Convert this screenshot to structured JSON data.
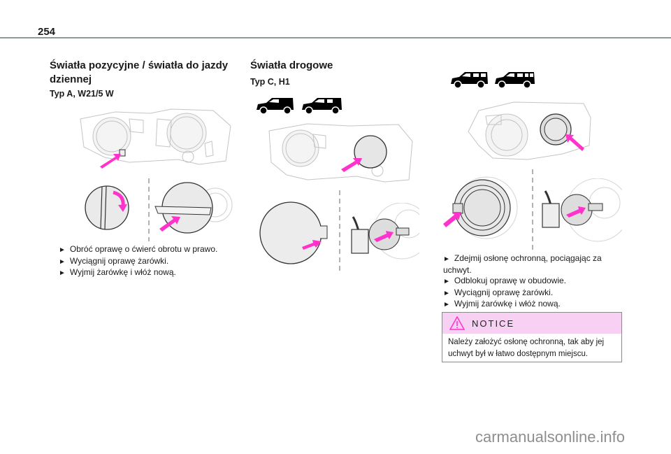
{
  "page": {
    "number": "254",
    "accent_color": "#ff33cc",
    "notice_bg": "#f8d0f4"
  },
  "left": {
    "title": "Światła pozycyjne / światła do jazdy dziennej",
    "title_line1": "Światła pozycyjne / światła do jazdy",
    "title_line2": "dziennej",
    "subtitle": "Typ A, W21/5 W",
    "steps": [
      "Obróć oprawę o ćwierć obrotu w prawo.",
      "Wyciągnij oprawę żarówki.",
      "Wyjmij żarówkę i włóż nową."
    ],
    "figures": [
      "headlamp-rear-view",
      "bulb-holder-rotate",
      "bulb-holder-pull"
    ]
  },
  "middle": {
    "title": "Światła drogowe",
    "subtitle": "Typ C, H1",
    "vehicle_icons": [
      "van-short",
      "van-long"
    ],
    "figures": [
      "headlamp-rear-view-cover",
      "protective-cover-remove",
      "bulb-holder-pull"
    ]
  },
  "right": {
    "vehicle_icons": [
      "combi-short",
      "combi-long"
    ],
    "steps": [
      "Zdejmij osłonę ochronną, pociągając za uchwyt.",
      "Odblokuj oprawę w obudowie.",
      "Wyciągnij oprawę żarówki.",
      "Wyjmij żarówkę i włóż nową."
    ],
    "figures": [
      "headlamp-rear-view-cover",
      "protective-cover-remove",
      "bulb-holder-pull"
    ],
    "notice": {
      "icon": "warning-triangle-icon",
      "title": "NOTICE",
      "text": "Należy założyć osłonę ochronną, tak aby jej uchwyt był w łatwo dostępnym miejscu."
    }
  },
  "watermark": "carmanualsonline.info"
}
